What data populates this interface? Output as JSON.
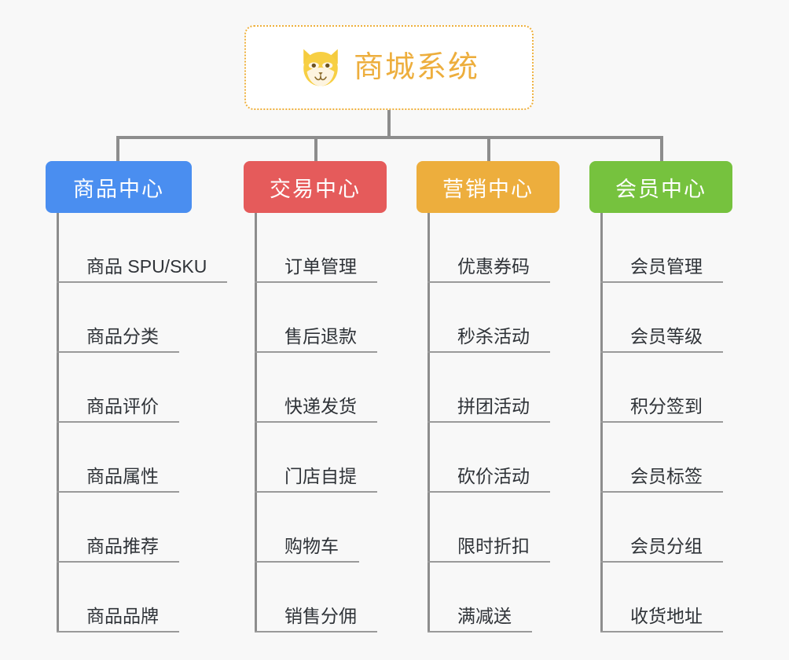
{
  "page": {
    "background": "#f8f8f8",
    "rail_color": "#8d8d8d",
    "leaf_text_color": "#2f3338",
    "leaf_underline_color": "#9a9a9a"
  },
  "root": {
    "title": "商城系统",
    "icon": "shiba-dog-face-icon",
    "title_color": "#edae3d",
    "border_color": "#eeb03c",
    "background": "#ffffff"
  },
  "branches": [
    {
      "id": "product-center",
      "label": "商品中心",
      "color": "#4a8ef0",
      "items": [
        "商品 SPU/SKU",
        "商品分类",
        "商品评价",
        "商品属性",
        "商品推荐",
        "商品品牌"
      ]
    },
    {
      "id": "trade-center",
      "label": "交易中心",
      "color": "#e55b5b",
      "items": [
        "订单管理",
        "售后退款",
        "快递发货",
        "门店自提",
        "购物车",
        "销售分佣"
      ]
    },
    {
      "id": "marketing-center",
      "label": "营销中心",
      "color": "#edae3d",
      "items": [
        "优惠券码",
        "秒杀活动",
        "拼团活动",
        "砍价活动",
        "限时折扣",
        "满减送"
      ]
    },
    {
      "id": "member-center",
      "label": "会员中心",
      "color": "#76c23e",
      "items": [
        "会员管理",
        "会员等级",
        "积分签到",
        "会员标签",
        "会员分组",
        "收货地址"
      ]
    }
  ]
}
